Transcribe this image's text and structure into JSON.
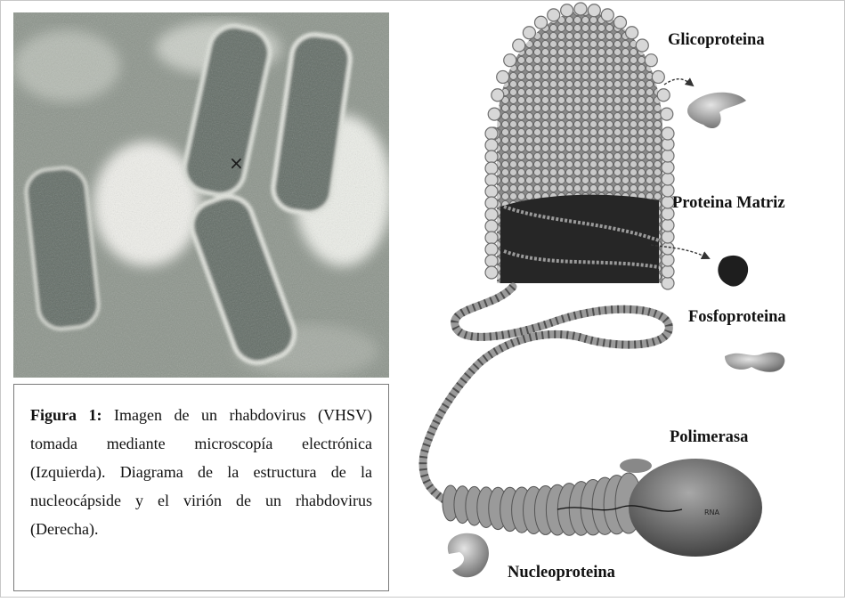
{
  "caption": {
    "label": "Figura 1:",
    "text": " Imagen de un rhabdovirus (VHSV) tomada mediante microscopía electrónica (Izquierda). Diagrama de la estructura de la nucleocápside y el virión de un rhabdovirus (Derecha)."
  },
  "diagram": {
    "labels": {
      "glicoproteina": "Glicoproteina",
      "proteina_matriz": "Proteina Matriz",
      "fosfoproteina": "Fosfoproteina",
      "polimerasa": "Polimerasa",
      "nucleoproteina": "Nucleoproteina",
      "rna": "RNA"
    }
  },
  "colors": {
    "bead_fill": "#d7d7d7",
    "bead_stroke": "#6e6e6e",
    "matrix_dark": "#2a2a2a",
    "protein_gray": "#9a9a9a"
  }
}
